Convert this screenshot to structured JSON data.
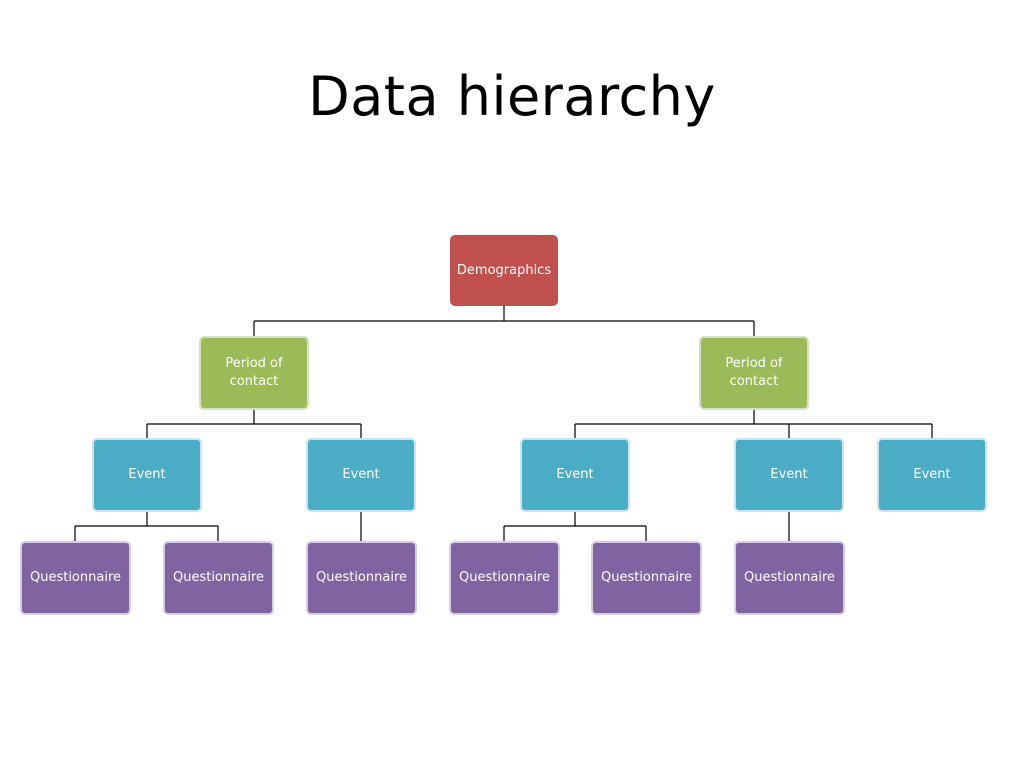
{
  "title": "Data hierarchy",
  "colors": {
    "root": "#c0504d",
    "period": "#9bbb59",
    "event": "#4bacc6",
    "questionnaire": "#8064a2",
    "connector": "#000000"
  },
  "nodes": {
    "root": "Demographics",
    "period_left": "Period of contact",
    "period_right": "Period of contact",
    "event_1": "Event",
    "event_2": "Event",
    "event_3": "Event",
    "event_4": "Event",
    "event_5": "Event",
    "questionnaire_1": "Questionnaire",
    "questionnaire_2": "Questionnaire",
    "questionnaire_3": "Questionnaire",
    "questionnaire_4": "Questionnaire",
    "questionnaire_5": "Questionnaire",
    "questionnaire_6": "Questionnaire"
  }
}
